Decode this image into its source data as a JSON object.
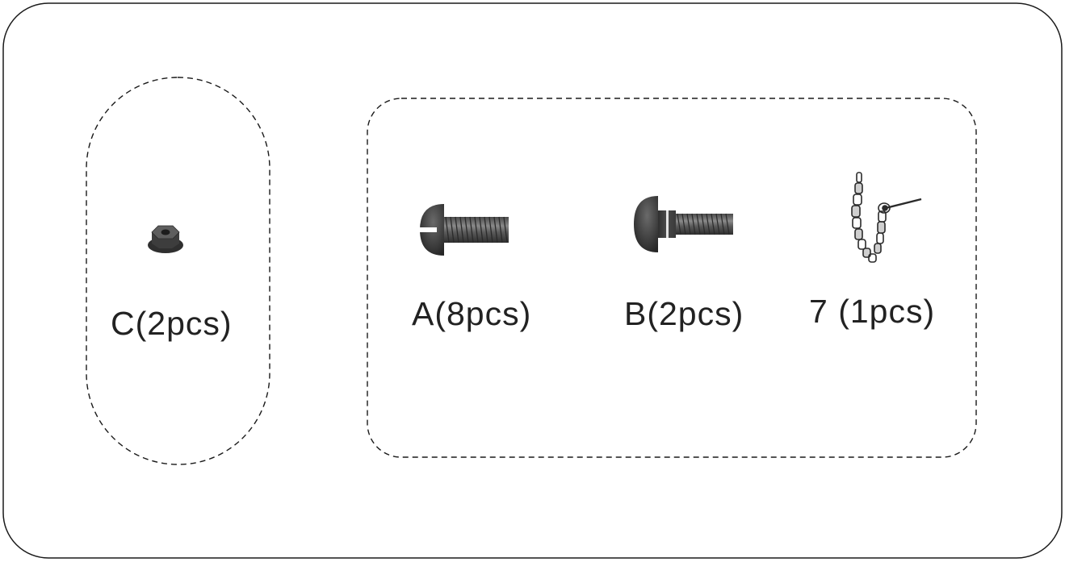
{
  "items": [
    {
      "id": "C",
      "label": "C(2pcs)",
      "icon": "flange-nut-icon"
    },
    {
      "id": "A",
      "label": "A(8pcs)",
      "icon": "round-head-screw-icon"
    },
    {
      "id": "B",
      "label": "B(2pcs)",
      "icon": "carriage-bolt-icon"
    },
    {
      "id": "7",
      "label": "7 (1pcs)",
      "icon": "chain-pin-icon"
    }
  ],
  "colors": {
    "outline": "#1a1a1a",
    "part_dark": "#3a3a3a",
    "part_mid": "#5a5a5a",
    "part_light": "#8a8a8a",
    "text": "#222222"
  }
}
